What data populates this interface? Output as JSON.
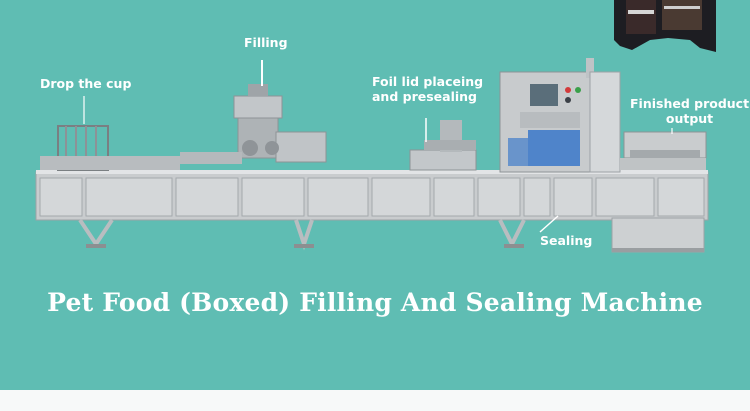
{
  "labels": {
    "drop_cup": "Drop the cup",
    "filling": "Filling",
    "foil_lid_line1": "Foil lid placeing",
    "foil_lid_line2": "and presealing",
    "finished_line1": "Finished product",
    "finished_line2": "output",
    "sealing": "Sealing"
  },
  "title": "Pet Food (Boxed) Filling And Sealing Machine",
  "colors": {
    "background": "#5fbdb3",
    "label_text": "#ffffff",
    "machine_steel": "#c9ccce",
    "panel_blue": "#3a78c9"
  }
}
